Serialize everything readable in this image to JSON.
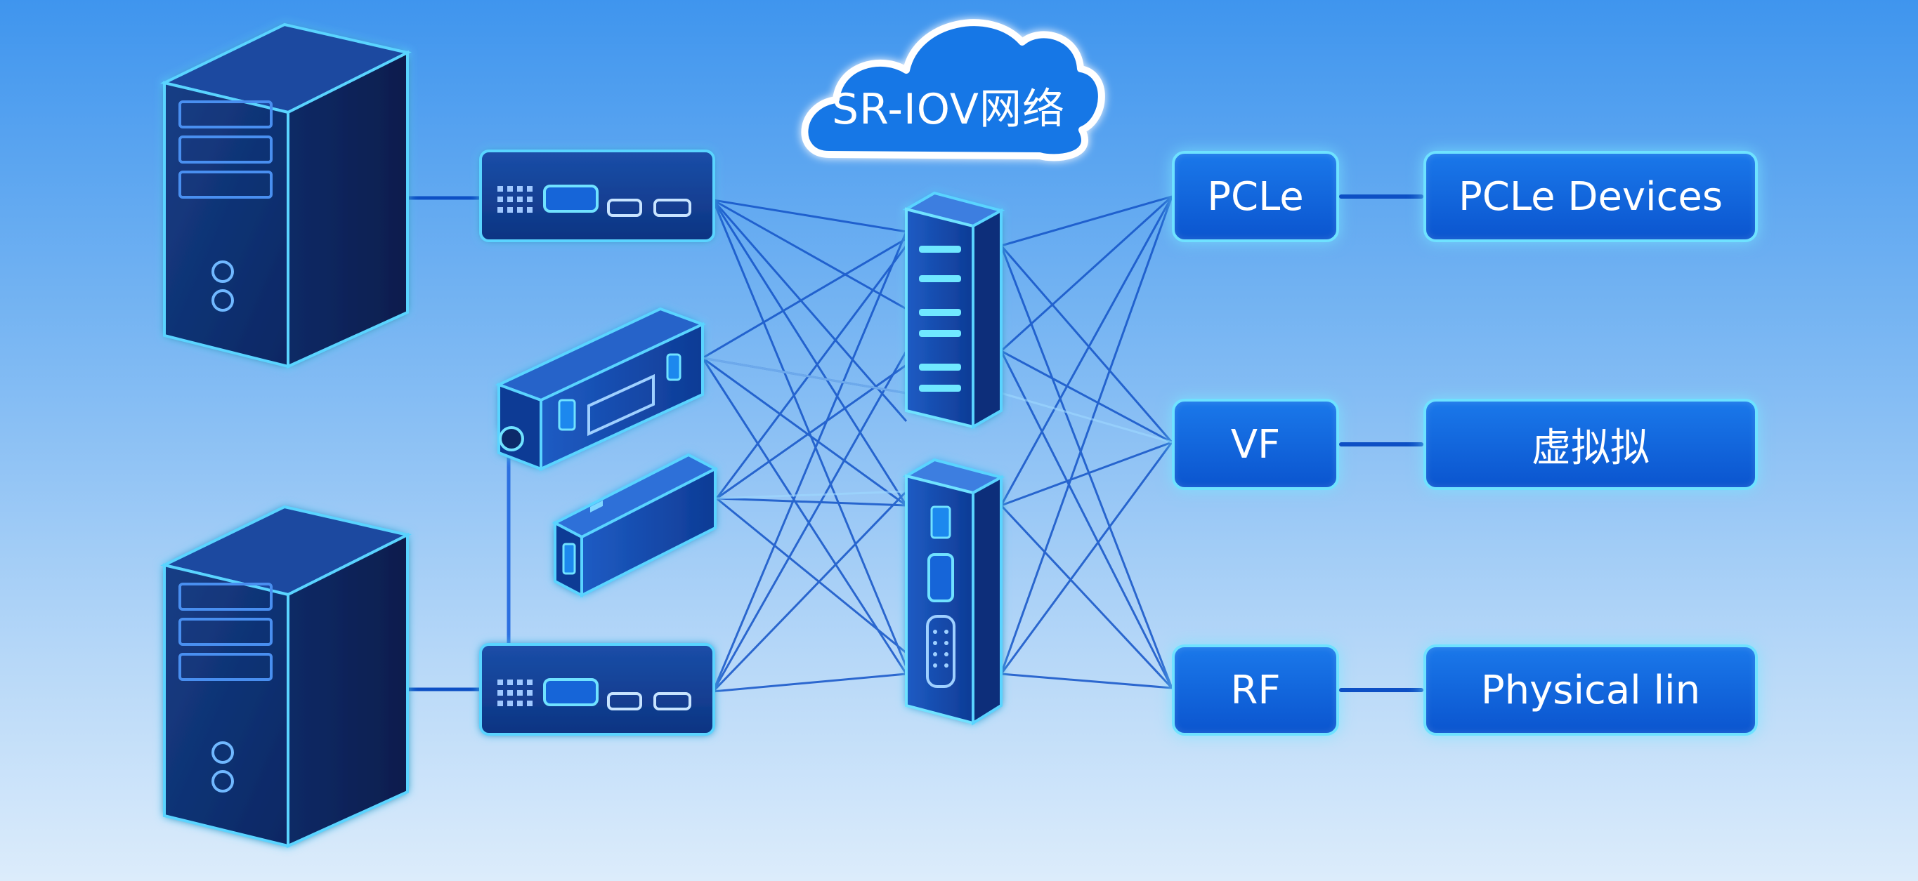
{
  "network": {
    "title": "SR-IOV网络"
  },
  "functions": [
    {
      "type_label": "PCLe",
      "target_label": "PCLe Devices"
    },
    {
      "type_label": "VF",
      "target_label": "虚拟拟"
    },
    {
      "type_label": "RF",
      "target_label": "Physical lin"
    }
  ],
  "colors": {
    "background_top": "#3f95ee",
    "background_bottom": "#dcecfb",
    "device_fill": "#0b2b6b",
    "glow": "#6fe2ff",
    "box_fill": "#0b55cf",
    "link_line": "#0d4fc4"
  }
}
